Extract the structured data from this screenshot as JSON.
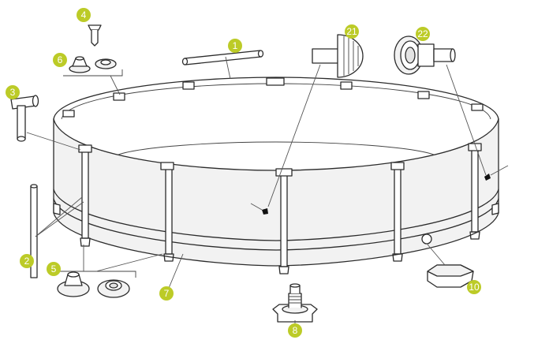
{
  "diagram": {
    "accent_color": "#bccb27",
    "line_color": "#2b2b2b",
    "parts": [
      {
        "id": "part-1",
        "number": "1",
        "icon": "top-rail-tube-icon"
      },
      {
        "id": "part-2",
        "number": "2",
        "icon": "vertical-leg-icon"
      },
      {
        "id": "part-3",
        "number": "3",
        "icon": "t-joint-icon"
      },
      {
        "id": "part-4",
        "number": "4",
        "icon": "pin-icon"
      },
      {
        "id": "part-5",
        "number": "5",
        "icon": "leg-cap-icon"
      },
      {
        "id": "part-6",
        "number": "6",
        "icon": "top-cap-icon"
      },
      {
        "id": "part-7",
        "number": "7",
        "icon": "pool-liner-icon"
      },
      {
        "id": "part-8",
        "number": "8",
        "icon": "drain-valve-icon"
      },
      {
        "id": "part-10",
        "number": "10",
        "icon": "drain-plug-cap-icon"
      },
      {
        "id": "part-21",
        "number": "21",
        "icon": "inlet-strainer-icon"
      },
      {
        "id": "part-22",
        "number": "22",
        "icon": "outlet-strainer-icon"
      }
    ]
  }
}
